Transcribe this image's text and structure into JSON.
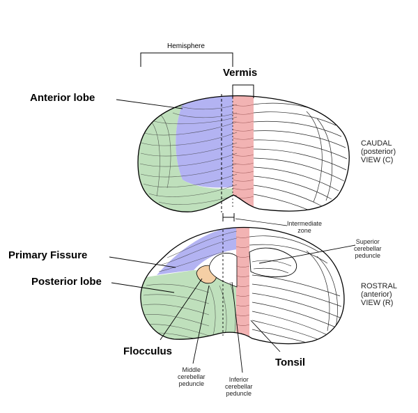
{
  "labels": {
    "hemisphere": "Hemisphere",
    "vermis": "Vermis",
    "anterior_lobe": "Anterior lobe",
    "primary_fissure": "Primary Fissure",
    "posterior_lobe": "Posterior lobe",
    "flocculus": "Flocculus",
    "tonsil": "Tonsil",
    "intermediate_zone": [
      "Intermediate",
      "zone"
    ],
    "superior_peduncle": [
      "Superior",
      "cerebellar",
      "peduncle"
    ],
    "middle_peduncle": [
      "Middle",
      "cerebellar",
      "peduncle"
    ],
    "inferior_peduncle": [
      "Inferior",
      "cerebellar",
      "peduncle"
    ],
    "caudal_view": [
      "CAUDAL",
      "(posterior)",
      "VIEW (C)"
    ],
    "rostral_view": [
      "ROSTRAL",
      "(anterior)",
      "VIEW (R)"
    ]
  },
  "colors": {
    "anterior_lobe": "#b3b3f2",
    "posterior_lobe": "#bfe0bc",
    "vermis": "#f2b3b3",
    "flocculus": "#f5cfa5"
  }
}
